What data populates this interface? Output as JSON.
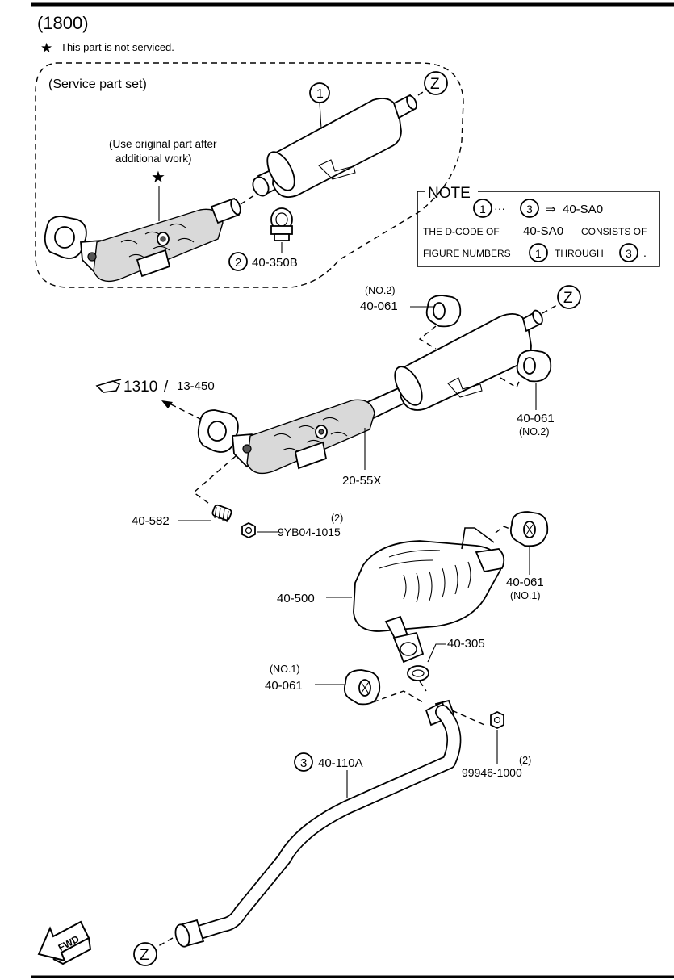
{
  "header": {
    "code": "(1800)",
    "not_serviced_note": "This part is not serviced."
  },
  "service_set": {
    "title": "(Service part set)",
    "use_original_line1": "(Use original part after",
    "use_original_line2": "additional work)",
    "star": "★"
  },
  "note_box": {
    "title": "NOTE",
    "range_from": "1",
    "range_sep": "···",
    "range_to": "3",
    "arrow": "⇒",
    "code": "40-SA0",
    "line2_a": "THE D-CODE OF",
    "line2_code": "40-SA0",
    "line2_b": "CONSISTS OF",
    "line3_a": "FIGURE NUMBERS",
    "line3_n1": "1",
    "line3_b": "THROUGH",
    "line3_n2": "3",
    "line3_end": "."
  },
  "connectors": {
    "z": "Z"
  },
  "callouts": {
    "num1": "1",
    "num2": "2",
    "part_40_350B": "40-350B",
    "hanger_top_qty": "(NO.2)",
    "hanger_top": "40-061",
    "hanger_right": "40-061",
    "hanger_right_qty": "(NO.2)",
    "ref_section": "1310",
    "ref_sep": "/",
    "ref_part": "13-450",
    "cat": "20-55X",
    "stud": "40-582",
    "nut_qty": "(2)",
    "nut": "9YB04-1015",
    "muffler": "40-500",
    "hanger_rear": "40-061",
    "hanger_rear_qty": "(NO.1)",
    "gasket": "40-305",
    "hanger_left_qty": "(NO.1)",
    "hanger_left": "40-061",
    "num3": "3",
    "pipe": "40-110A",
    "nut2_qty": "(2)",
    "nut2": "99946-1000",
    "fwd": "FWD"
  },
  "icons": [
    "star-icon",
    "pointing-hand-icon",
    "fwd-arrow-icon"
  ]
}
